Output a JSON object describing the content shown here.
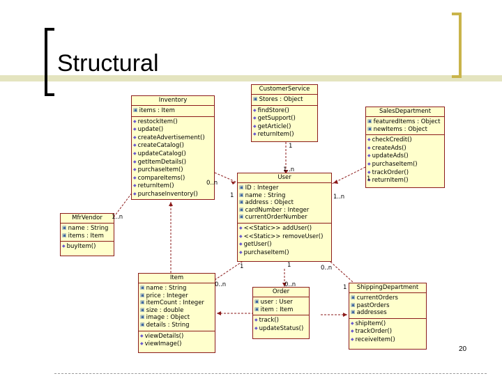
{
  "slide": {
    "title": "Structural",
    "page_number": "20"
  },
  "classes": {
    "inventory": {
      "name": "Inventory",
      "attributes": [
        "items : Item"
      ],
      "operations": [
        "restockItem()",
        "update()",
        "createAdvertisement()",
        "createCatalog()",
        "updateCatalog()",
        "getItemDetails()",
        "purchaseItem()",
        "compareItems()",
        "returnItem()",
        "purchaseInventory()"
      ]
    },
    "customer_service": {
      "name": "CustomerService",
      "attributes": [
        "Stores : Object"
      ],
      "operations": [
        "findStore()",
        "getSupport()",
        "getArticle()",
        "returnItem()"
      ]
    },
    "sales_department": {
      "name": "SalesDepartment",
      "attributes": [
        "featuredItems : Object",
        "newItems : Object"
      ],
      "operations": [
        "checkCredit()",
        "createAds()",
        "updateAds()",
        "purchaseItem()",
        "trackOrder()",
        "returnItem()"
      ]
    },
    "user": {
      "name": "User",
      "attributes": [
        "ID : Integer",
        "name : String",
        "address : Object",
        "cardNumber : Integer",
        "currentOrderNumber"
      ],
      "operations": [
        "<<Static>> addUser()",
        "<<Static>> removeUser()",
        "getUser()",
        "purchaseItem()"
      ]
    },
    "mfr_vendor": {
      "name": "MfrVendor",
      "attributes": [
        "name : String",
        "items : Item"
      ],
      "operations": [
        "buyItem()"
      ]
    },
    "item": {
      "name": "Item",
      "attributes": [
        "name : String",
        "price : Integer",
        "itemCount : Integer",
        "size : double",
        "image : Object",
        "details : String"
      ],
      "operations": [
        "viewDetails()",
        "viewImage()"
      ]
    },
    "order": {
      "name": "Order",
      "attributes": [
        "user : User",
        "item : Item"
      ],
      "operations": [
        "track()",
        "updateStatus()"
      ]
    },
    "shipping_department": {
      "name": "ShippingDepartment",
      "attributes": [
        "currentOrders",
        "pastOrders",
        "addresses"
      ],
      "operations": [
        "shipItem()",
        "trackOrder()",
        "receiveItem()"
      ]
    }
  },
  "multiplicities": {
    "cs_user_top": "1",
    "cs_user_bottom": "1..n",
    "inv_user_inv": "0..n",
    "inv_user_user": "1",
    "sales_user_sales": "1",
    "sales_user_user": "1..n",
    "vendor_inv": "1..n",
    "item_user": "1",
    "item_item": "0..n",
    "order_user": "1",
    "order_order": "0..n",
    "ship_user": "0..n",
    "ship_ship": "1"
  }
}
